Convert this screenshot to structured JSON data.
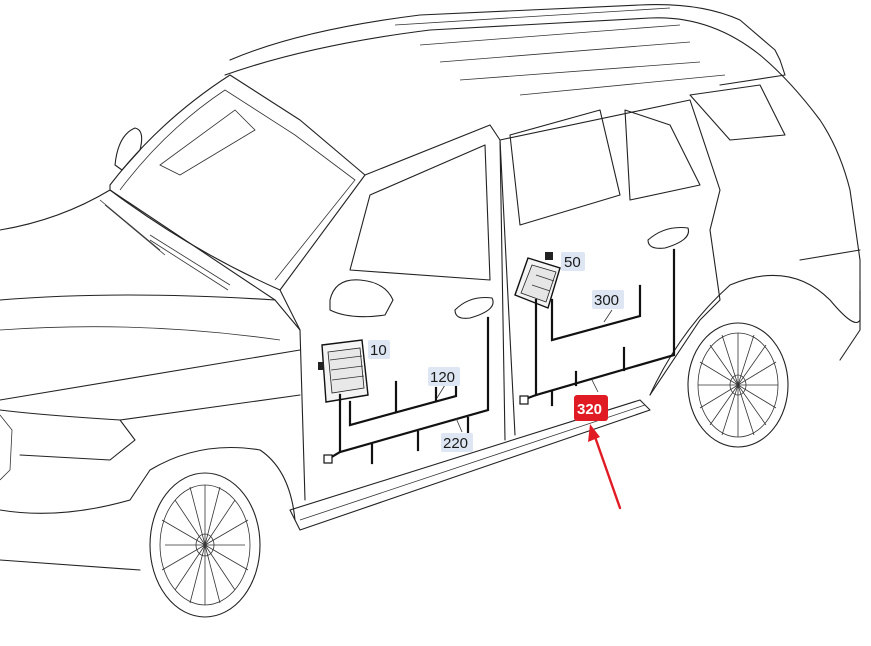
{
  "callouts": [
    {
      "id": "10",
      "label": "10"
    },
    {
      "id": "50",
      "label": "50"
    },
    {
      "id": "120",
      "label": "120"
    },
    {
      "id": "220",
      "label": "220"
    },
    {
      "id": "300",
      "label": "300"
    },
    {
      "id": "320",
      "label": "320"
    }
  ],
  "highlight": {
    "label": "320",
    "color": "#e01b24",
    "text_color": "#ffffff",
    "arrow_color": "#e01b24"
  },
  "callout_bg_color": "#dde6f2"
}
